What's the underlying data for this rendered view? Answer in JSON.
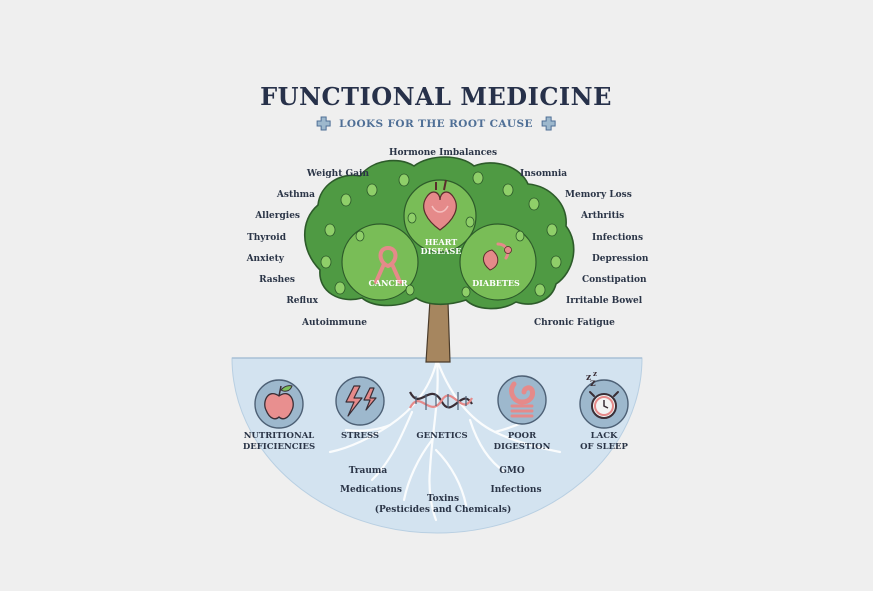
{
  "header": {
    "title": "FUNCTIONAL MEDICINE",
    "subtitle": "LOOKS FOR THE ROOT CAUSE"
  },
  "tree": {
    "core_conditions": {
      "heart_line1": "HEART",
      "heart_line2": "DISEASE",
      "cancer": "CANCER",
      "diabetes": "DIABETES"
    },
    "symptoms_left": [
      "Weight Gain",
      "Asthma",
      "Allergies",
      "Thyroid",
      "Anxiety",
      "Rashes",
      "Reflux",
      "Autoimmune"
    ],
    "symptoms_top": "Hormone Imbalances",
    "symptoms_right": [
      "Insomnia",
      "Memory Loss",
      "Arthritis",
      "Infections",
      "Depression",
      "Constipation",
      "Irritable Bowel",
      "Chronic Fatigue"
    ]
  },
  "roots": {
    "causes": [
      {
        "line1": "NUTRITIONAL",
        "line2": "DEFICIENCIES",
        "icon": "apple-icon"
      },
      {
        "line1": "STRESS",
        "line2": "",
        "icon": "lightning-icon"
      },
      {
        "line1": "GENETICS",
        "line2": "",
        "icon": "dna-icon"
      },
      {
        "line1": "POOR",
        "line2": "DIGESTION",
        "icon": "stomach-icon"
      },
      {
        "line1": "LACK",
        "line2": "OF SLEEP",
        "icon": "alarm-clock-icon"
      }
    ],
    "factors": {
      "trauma": "Trauma",
      "medications": "Medications",
      "gmo": "GMO",
      "infections": "Infections",
      "toxins_line1": "Toxins",
      "toxins_line2": "(Pesticides and Chemicals)"
    }
  },
  "colors": {
    "background": "#efefef",
    "title": "#27314a",
    "subtitle": "#4f6f96",
    "leaf_dark": "#3f8a3a",
    "leaf_light": "#7cc05a",
    "trunk": "#a6865f",
    "soil": "#cfe0ee",
    "icon_circle": "#9ab6cc",
    "accent_pink": "#d77b7b"
  }
}
